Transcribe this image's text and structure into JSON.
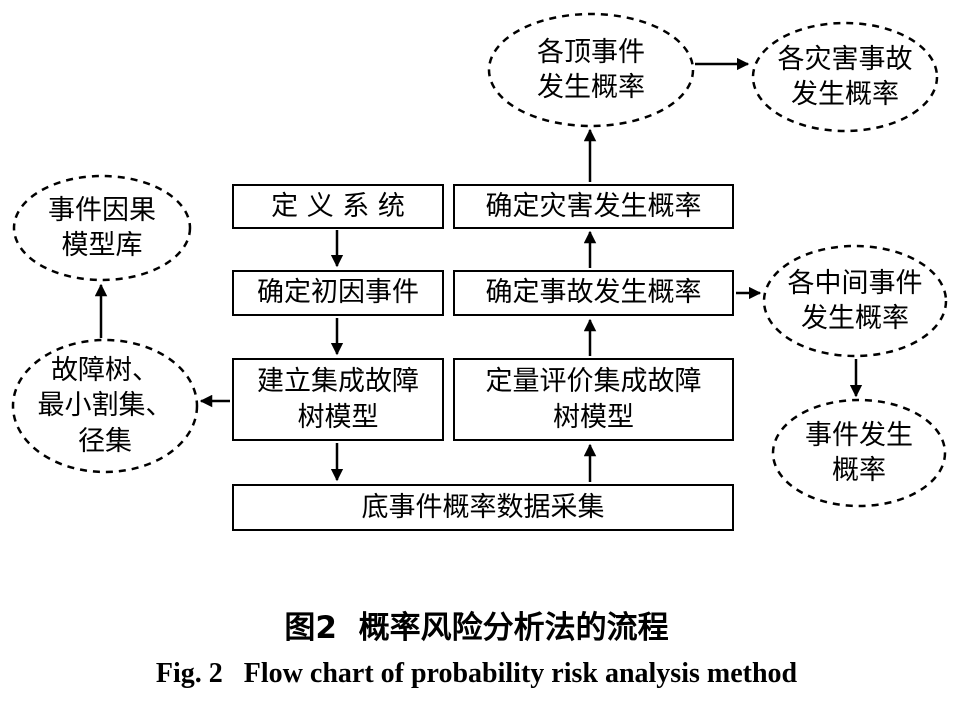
{
  "figure": {
    "caption_zh": "图2  概率风险分析法的流程",
    "caption_en": "Fig. 2   Flow chart of probability risk analysis method"
  },
  "flowchart": {
    "boxes": {
      "define_system": "定 义 系 统",
      "determine_disaster_prob": "确定灾害发生概率",
      "determine_initial_events": "确定初因事件",
      "determine_accident_prob": "确定事故发生概率",
      "build_fault_tree": "建立集成故障\n树模型",
      "quantitative_eval": "定量评价集成故障\n树模型",
      "data_collection": "底事件概率数据采集"
    },
    "ellipses": {
      "top_events": "各顶事件\n发生概率",
      "disaster_accidents": "各灾害事故\n发生概率",
      "causality_library": "事件因果\n模型库",
      "fault_tree_sets": "故障树、\n最小割集、\n径集",
      "intermediate_events": "各中间事件\n发生概率",
      "event_prob": "事件发生\n概率"
    }
  },
  "colors": {
    "line": "#000000",
    "background": "#ffffff"
  }
}
